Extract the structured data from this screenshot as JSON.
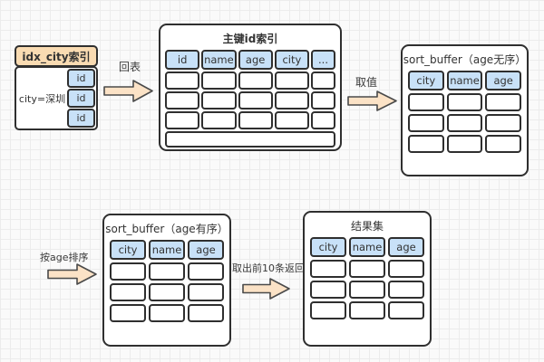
{
  "diagram": {
    "idx_city": {
      "title": "idx_city索引",
      "key_cell": "city=深圳",
      "id_cells": [
        "id",
        "id",
        "id"
      ]
    },
    "primary_index": {
      "title": "主键id索引",
      "columns": [
        "id",
        "name",
        "age",
        "city",
        "..."
      ],
      "empty_rows": 3,
      "full_width_rows": 1
    },
    "sort_buffer_unordered": {
      "title": "sort_buffer（age无序）",
      "columns": [
        "city",
        "name",
        "age"
      ],
      "empty_rows": 3
    },
    "sort_buffer_ordered": {
      "title": "sort_buffer（age有序）",
      "columns": [
        "city",
        "name",
        "age"
      ],
      "empty_rows": 3
    },
    "result_set": {
      "title": "结果集",
      "columns": [
        "city",
        "name",
        "age"
      ],
      "empty_rows": 3
    },
    "arrows": {
      "back_to_table": "回表",
      "fetch_values": "取值",
      "sort_by_age": "按age排序",
      "return_top10": "取出前10条返回"
    },
    "colors": {
      "accent_orange": "#f9dbb2",
      "arrow_fill": "#fbe2c6",
      "header_blue": "#c8e1f8",
      "border_dark": "#2f2f2f",
      "grid_line": "#ececec"
    }
  }
}
